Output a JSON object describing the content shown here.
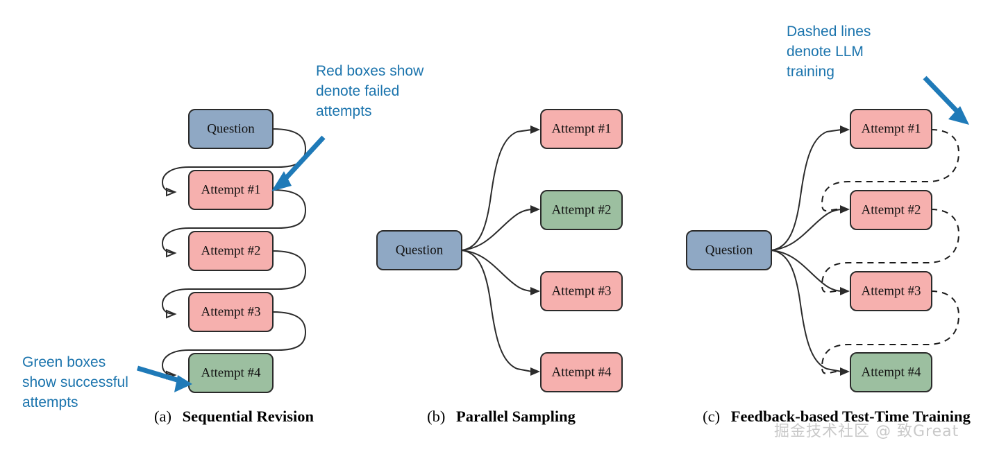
{
  "figure": {
    "colors": {
      "question_fill": "#8fa8c4",
      "failed_fill": "#f6b0ae",
      "success_fill": "#9cbfa0",
      "node_stroke": "#2a2a2a",
      "edge_stroke": "#2b2b2b",
      "annotation_blue": "#1b74ad",
      "arrow_blue": "#1f7ab8",
      "watermark_gray": "#c9c9c9"
    },
    "panels": [
      {
        "id": "sequential-revision",
        "caption_tag": "(a)",
        "caption_text": "Sequential Revision",
        "nodes": [
          {
            "label": "Question",
            "status": "question"
          },
          {
            "label": "Attempt #1",
            "status": "failed"
          },
          {
            "label": "Attempt #2",
            "status": "failed"
          },
          {
            "label": "Attempt #3",
            "status": "failed"
          },
          {
            "label": "Attempt #4",
            "status": "success"
          }
        ]
      },
      {
        "id": "parallel-sampling",
        "caption_tag": "(b)",
        "caption_text": "Parallel Sampling",
        "nodes": [
          {
            "label": "Question",
            "status": "question"
          },
          {
            "label": "Attempt #1",
            "status": "failed"
          },
          {
            "label": "Attempt #2",
            "status": "success"
          },
          {
            "label": "Attempt #3",
            "status": "failed"
          },
          {
            "label": "Attempt #4",
            "status": "failed"
          }
        ]
      },
      {
        "id": "feedback-based-test-time-training",
        "caption_tag": "(c)",
        "caption_text": "Feedback-based Test-Time Training",
        "nodes": [
          {
            "label": "Question",
            "status": "question"
          },
          {
            "label": "Attempt #1",
            "status": "failed"
          },
          {
            "label": "Attempt #2",
            "status": "failed"
          },
          {
            "label": "Attempt #3",
            "status": "failed"
          },
          {
            "label": "Attempt #4",
            "status": "success"
          }
        ]
      }
    ],
    "annotations": [
      {
        "id": "red-boxes",
        "text": "Red boxes show\ndenote failed\nattempts"
      },
      {
        "id": "green-boxes",
        "text": "Green boxes\nshow successful\nattempts"
      },
      {
        "id": "dashed-lines",
        "text": "Dashed lines\ndenote LLM\ntraining"
      }
    ],
    "watermark": "掘金技术社区 @ 致Great"
  }
}
